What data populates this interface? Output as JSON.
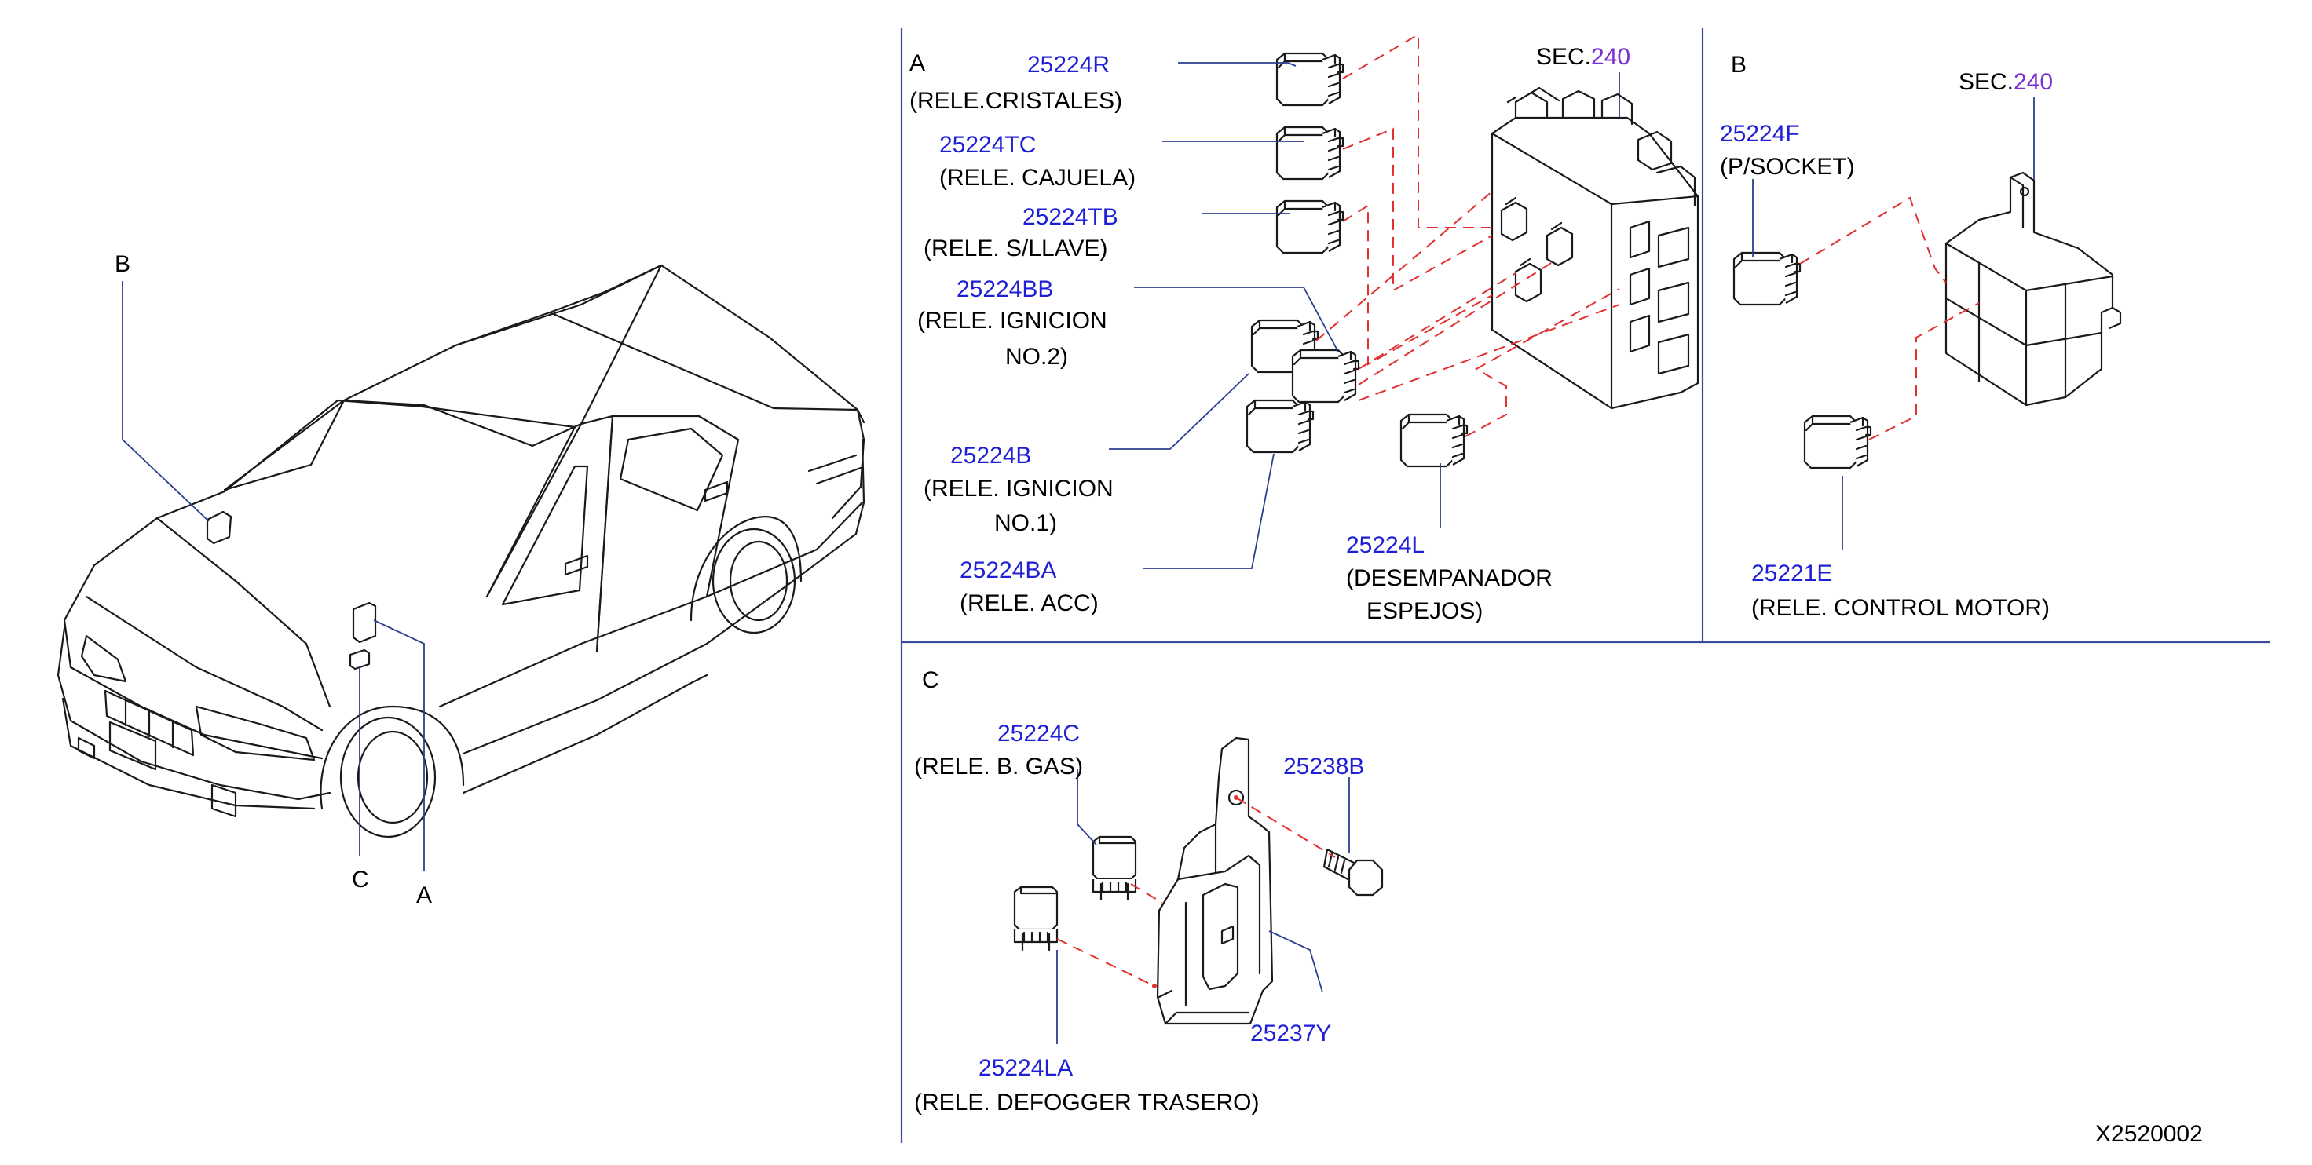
{
  "colors": {
    "part_number": "#1f1fd6",
    "section_ref": "#7b2fd0",
    "leader": "#2b3f8f",
    "dashed": "#e03030",
    "frame": "#3a4a9a",
    "ink": "#1a1a1a"
  },
  "overview": {
    "label_b": "B",
    "label_c": "C",
    "label_a": "A"
  },
  "panel_a": {
    "letter": "A",
    "sec_prefix": "SEC.",
    "sec_num": "240",
    "r_pn": "25224R",
    "r_desc": "(RELE.CRISTALES)",
    "tc_pn": "25224TC",
    "tc_desc": "(RELE.  CAJUELA)",
    "tb_pn": "25224TB",
    "tb_desc": "(RELE.  S/LLAVE)",
    "bb_pn": "25224BB",
    "bb_desc1": "(RELE.  IGNICION",
    "bb_desc2": "NO.2)",
    "b_pn": "25224B",
    "b_desc1": "(RELE.  IGNICION",
    "b_desc2": "NO.1)",
    "ba_pn": "25224BA",
    "ba_desc": "(RELE.  ACC)",
    "l_pn": "25224L",
    "l_desc1": "(DESEMPANADOR",
    "l_desc2": "ESPEJOS)"
  },
  "panel_b": {
    "letter": "B",
    "sec_prefix": "SEC.",
    "sec_num": "240",
    "f_pn": "25224F",
    "f_desc": "(P/SOCKET)",
    "e_pn": "25221E",
    "e_desc": "(RELE.  CONTROL  MOTOR)"
  },
  "panel_c": {
    "letter": "C",
    "c_pn": "25224C",
    "c_desc": "(RELE.  B.  GAS)",
    "bolt_pn": "25238B",
    "bracket_pn": "25237Y",
    "la_pn": "25224LA",
    "la_desc": "(RELE.  DEFOGGER  TRASERO)"
  },
  "figure_id": "X2520002"
}
